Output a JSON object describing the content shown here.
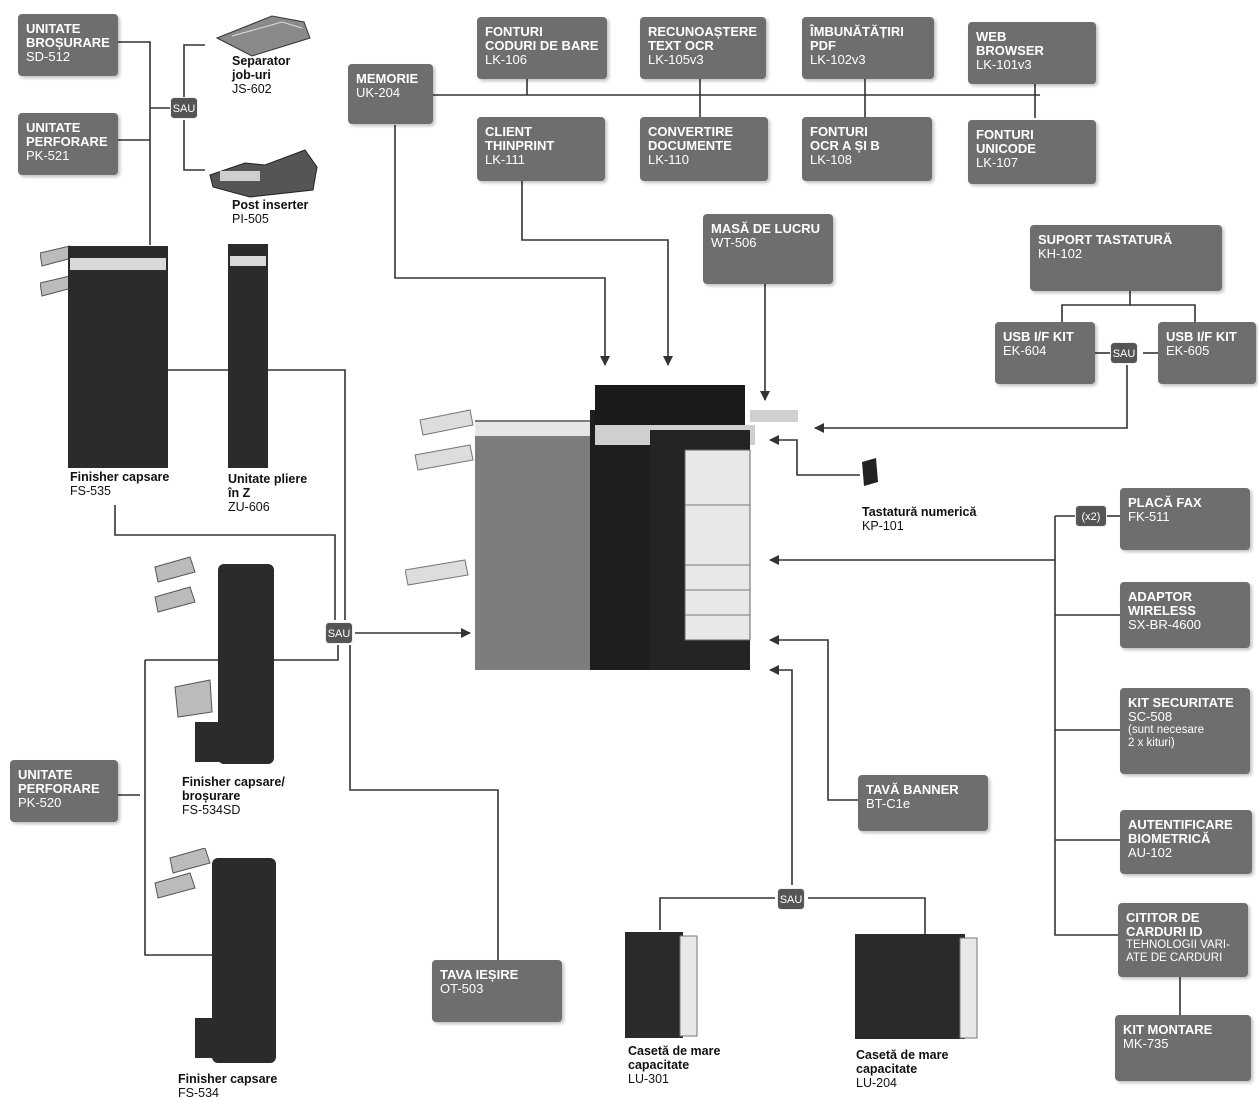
{
  "connector": "SAU",
  "multiplier": "(x2)",
  "boxes": {
    "sd512": {
      "label": "UNITATE\nBROȘURARE",
      "code": "SD-512"
    },
    "pk521": {
      "label": "UNITATE\nPERFORARE",
      "code": "PK-521"
    },
    "pk520": {
      "label": "UNITATE\nPERFORARE",
      "code": "PK-520"
    },
    "uk204": {
      "label": "MEMORIE",
      "code": "UK-204"
    },
    "lk106": {
      "label": "FONTURI\nCODURI DE BARE",
      "code": "LK-106"
    },
    "lk105": {
      "label": "RECUNOAȘTERE\nTEXT OCR",
      "code": "LK-105v3"
    },
    "lk102": {
      "label": "ÎMBUNĂTĂȚIRI\nPDF",
      "code": "LK-102v3"
    },
    "lk101": {
      "label": "WEB\nBROWSER",
      "code": "LK-101v3"
    },
    "lk111": {
      "label": "CLIENT\nTHINPRINT",
      "code": "LK-111"
    },
    "lk110": {
      "label": "CONVERTIRE\nDOCUMENTE",
      "code": "LK-110"
    },
    "lk108": {
      "label": "FONTURI\nOCR A ȘI B",
      "code": "LK-108"
    },
    "lk107": {
      "label": "FONTURI\nUNICODE",
      "code": "LK-107"
    },
    "wt506": {
      "label": "MASĂ DE LUCRU",
      "code": "WT-506"
    },
    "kh102": {
      "label": "SUPORT TASTATURĂ",
      "code": "KH-102"
    },
    "ek604": {
      "label": "USB I/F KIT",
      "code": "EK-604"
    },
    "ek605": {
      "label": "USB I/F KIT",
      "code": "EK-605"
    },
    "fk511": {
      "label": "PLACĂ FAX",
      "code": "FK-511"
    },
    "sxbr": {
      "label": "ADAPTOR\nWIRELESS",
      "code": "SX-BR-4600"
    },
    "sc508": {
      "label": "KIT SECURITATE",
      "code": "SC-508",
      "note": "(sunt necesare\n2 x kituri)"
    },
    "au102": {
      "label": "AUTENTIFICARE\nBIOMETRICĂ",
      "code": "AU-102"
    },
    "cardid": {
      "label": "CITITOR DE\nCARDURI ID",
      "note": "TEHNOLOGII VARI-\nATE DE CARDURI"
    },
    "mk735": {
      "label": "KIT MONTARE",
      "code": "MK-735"
    },
    "btc1e": {
      "label": "TAVĂ BANNER",
      "code": "BT-C1e"
    },
    "ot503": {
      "label": "TAVA IEȘIRE",
      "code": "OT-503"
    }
  },
  "captions": {
    "js602": {
      "label": "Separator\njob-uri",
      "code": "JS-602"
    },
    "pi505": {
      "label": "Post inserter",
      "code": "PI-505"
    },
    "fs535": {
      "label": "Finisher capsare",
      "code": "FS-535"
    },
    "zu606": {
      "label": "Unitate pliere\nîn Z",
      "code": "ZU-606"
    },
    "kp101": {
      "label": "Tastatură numerică",
      "code": "KP-101"
    },
    "fs534sd": {
      "label": "Finisher capsare/\nbroșurare",
      "code": "FS-534SD"
    },
    "fs534": {
      "label": "Finisher capsare",
      "code": "FS-534"
    },
    "lu301": {
      "label": "Casetă de mare\ncapacitate",
      "code": "LU-301"
    },
    "lu204": {
      "label": "Casetă de mare\ncapacitate",
      "code": "LU-204"
    }
  }
}
